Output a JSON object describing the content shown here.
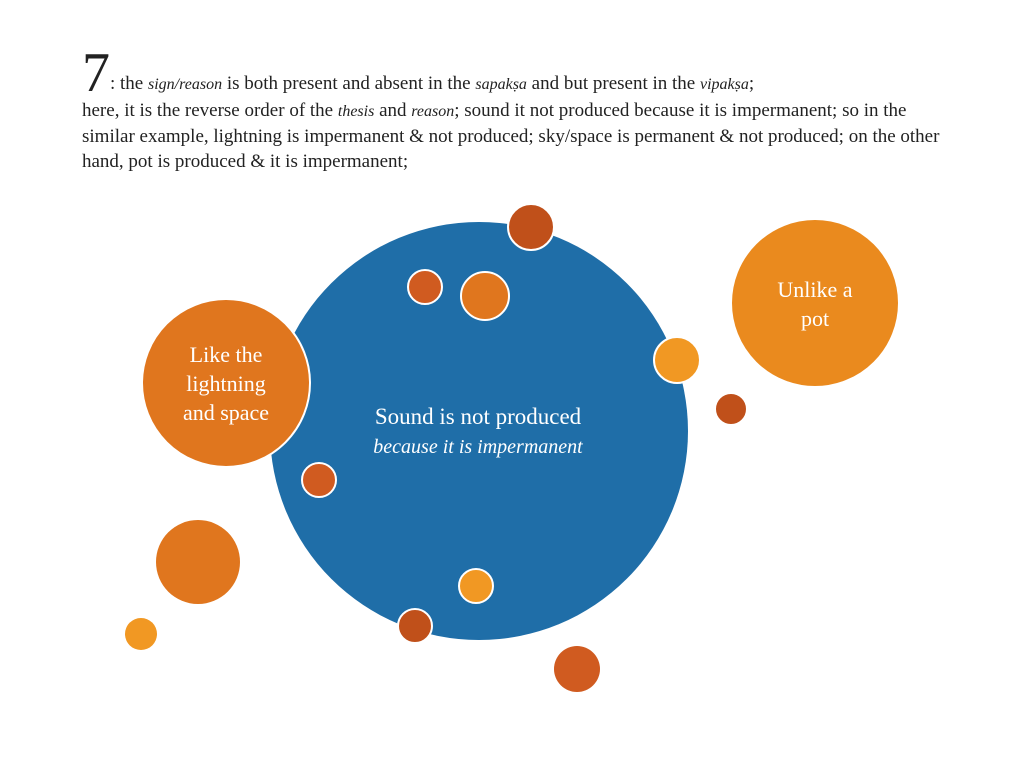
{
  "heading": {
    "number": "7",
    "segments": [
      ": the ",
      "sign/reason",
      " is both present and absent in the ",
      "sapakṣa",
      " and but present in the ",
      "vipakṣa",
      ";",
      "here, it is the reverse order of the ",
      "thesis",
      " and ",
      "reason",
      "; sound it not produced because it is impermanent; so in the similar example, lightning is impermanent & not produced; sky/space is permanent & not produced; on the other hand, pot is produced & it is impermanent;"
    ]
  },
  "diagram": {
    "center": {
      "title": "Sound is not produced",
      "subtitle": "because it is impermanent"
    },
    "left": {
      "lines": [
        "Like the",
        "lightning",
        "and space"
      ]
    },
    "right": {
      "lines": [
        "Unlike a",
        "pot"
      ]
    }
  },
  "colors": {
    "main_blue": "#1f6ea8",
    "orange_dark": "#d05b20",
    "orange_mid": "#e0761e",
    "orange_light": "#f19823"
  }
}
